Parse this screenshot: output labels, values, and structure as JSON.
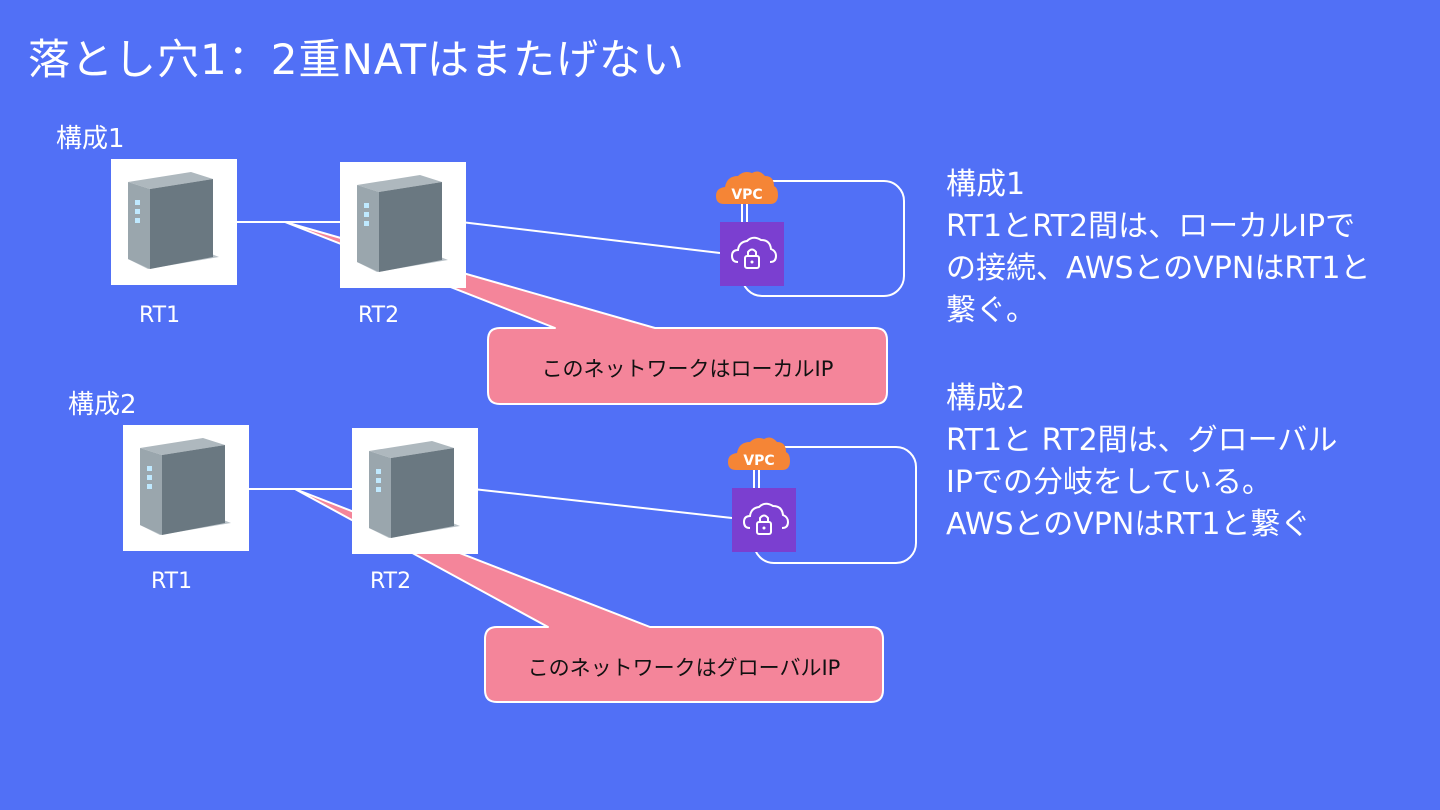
{
  "title": "落とし穴1：2重NATはまたげない",
  "config1": {
    "label": "構成1",
    "rt1_label": "RT1",
    "rt2_label": "RT2",
    "vpc_label": "VPC",
    "callout": "このネットワークはローカルIP"
  },
  "config2": {
    "label": "構成2",
    "rt1_label": "RT1",
    "rt2_label": "RT2",
    "vpc_label": "VPC",
    "callout": "このネットワークはグローバルIP"
  },
  "description1": {
    "heading": "構成1",
    "line1": "RT1とRT2間は、ローカルIPで",
    "line2": "の接続、AWSとのVPNはRT1と",
    "line3": "繋ぐ。"
  },
  "description2": {
    "heading": "構成2",
    "line1": "RT1と RT2間は、グローバル",
    "line2": "IPでの分岐をしている。",
    "line3": "AWSとのVPNはRT1と繋ぐ"
  },
  "colors": {
    "background": "#5170f6",
    "callout_fill": "#f4859a",
    "vpc_orange": "#f58536",
    "vpn_purple": "#7b3fd0"
  }
}
